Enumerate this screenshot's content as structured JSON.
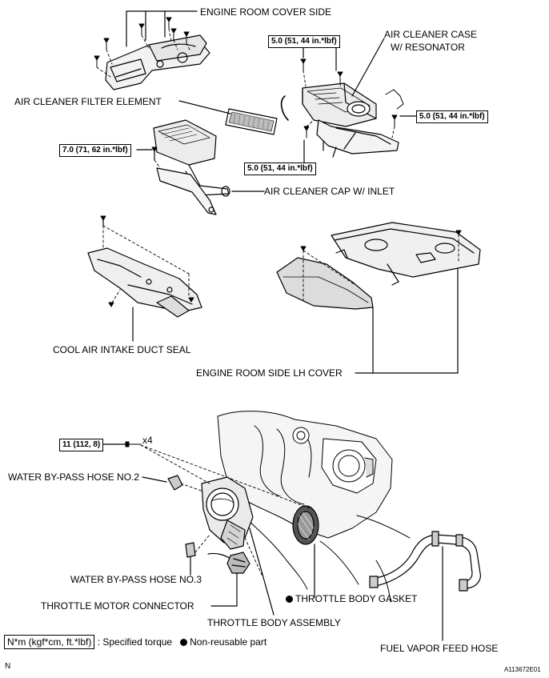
{
  "labels": {
    "engine_room_cover_side": "ENGINE ROOM COVER SIDE",
    "air_cleaner_case": "AIR CLEANER CASE",
    "air_cleaner_case_2": "W/ RESONATOR",
    "air_cleaner_filter_element": "AIR CLEANER FILTER ELEMENT",
    "air_cleaner_cap": "AIR CLEANER CAP W/ INLET",
    "cool_air_intake_duct_seal": "COOL AIR INTAKE DUCT SEAL",
    "engine_room_side_lh_cover": "ENGINE ROOM SIDE LH COVER",
    "water_bypass_hose_2": "WATER BY-PASS HOSE NO.2",
    "water_bypass_hose_3": "WATER BY-PASS HOSE NO.3",
    "throttle_motor_connector": "THROTTLE MOTOR CONNECTOR",
    "throttle_body_gasket": "THROTTLE BODY GASKET",
    "throttle_body_assembly": "THROTTLE BODY ASSEMBLY",
    "fuel_vapor_feed_hose": "FUEL VAPOR FEED HOSE",
    "bolt_qty": "x4"
  },
  "torques": {
    "case_top": "5.0 (51, 44 in.*lbf)",
    "case_right": "5.0 (51, 44 in.*lbf)",
    "case_bottom": "5.0 (51, 44 in.*lbf)",
    "cap": "7.0 (71, 62 in.*lbf)",
    "throttle": "11 (112, 8)"
  },
  "legend": {
    "unit_box": "N*m (kgf*cm, ft.*lbf)",
    "specified": ": Specified torque",
    "non_reusable": "Non-reusable part"
  },
  "footer": {
    "north": "N",
    "figure_id": "A113672E01"
  }
}
